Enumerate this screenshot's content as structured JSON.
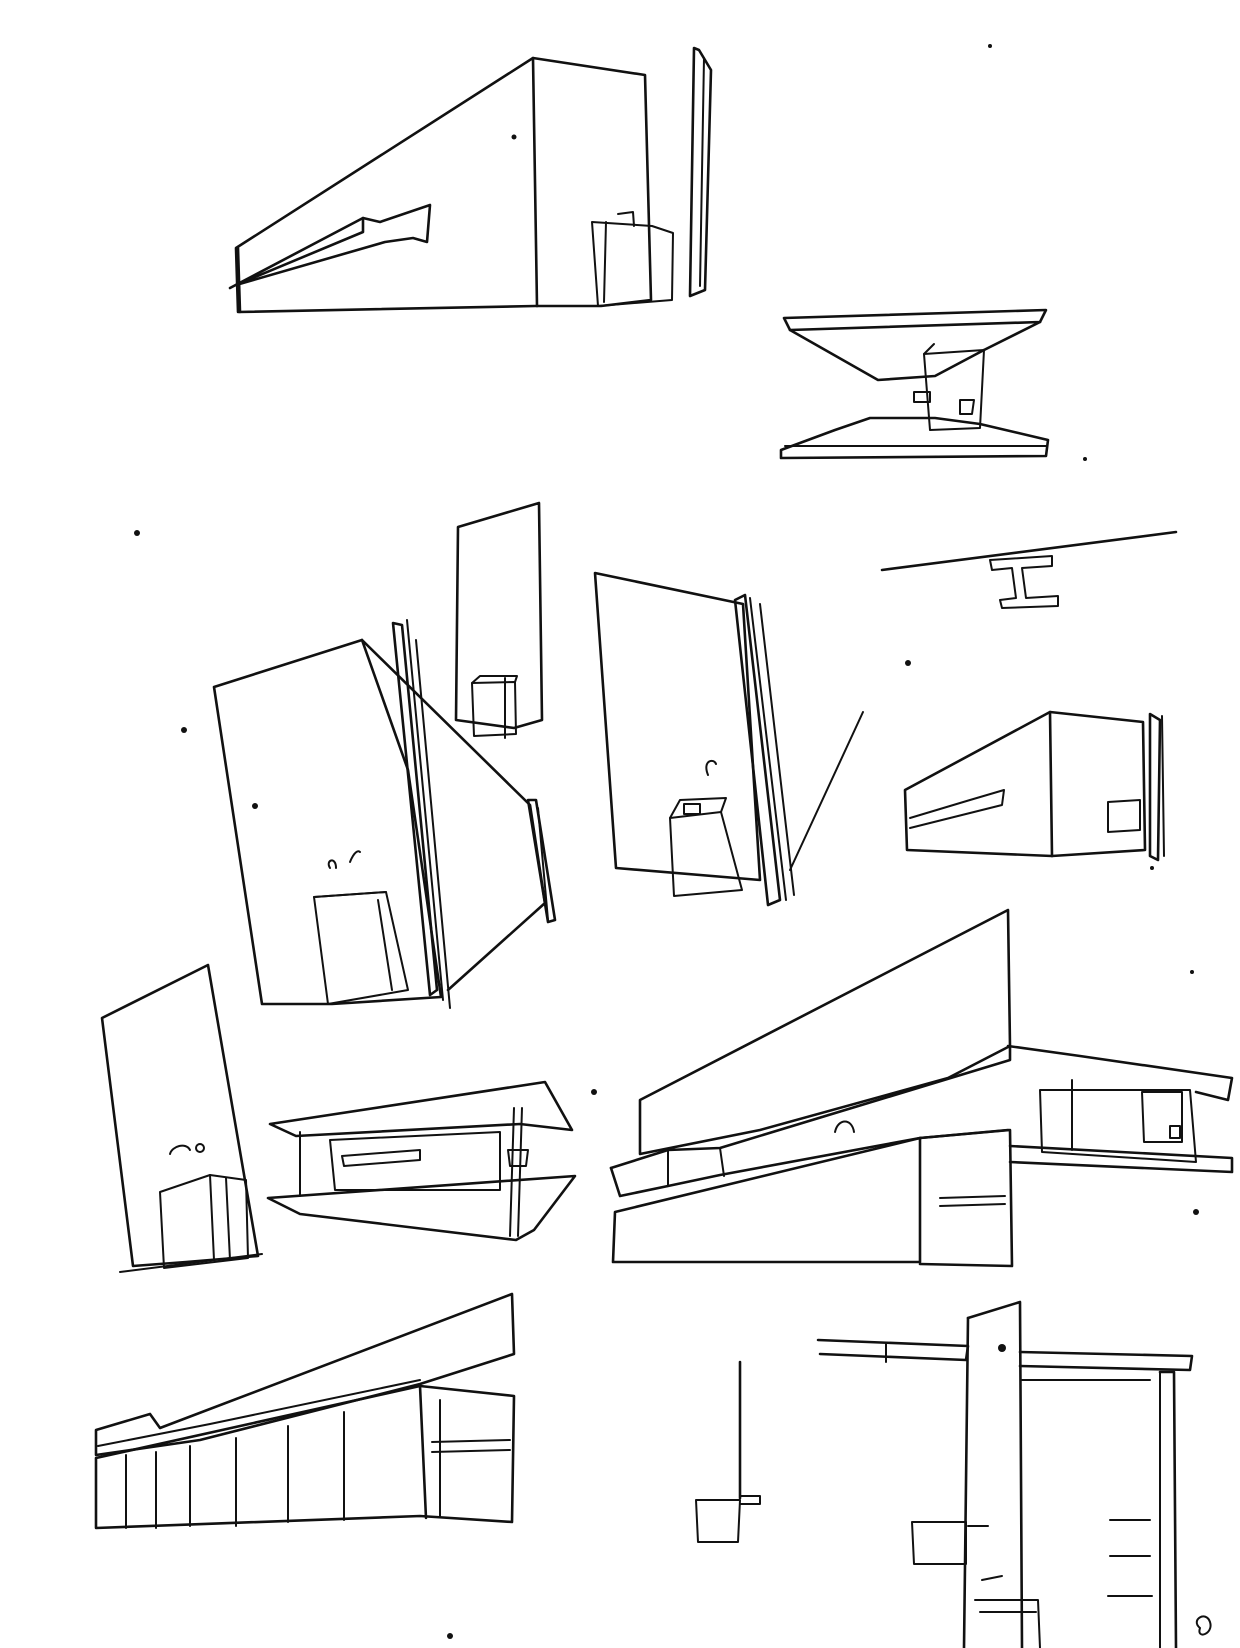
{
  "sheet": {
    "background_color": "#ffffff",
    "ink_color": "#111111",
    "sketches": [
      {
        "name": "wedge-wall-perspective-top"
      },
      {
        "name": "cantilever-roof-elevation-small"
      },
      {
        "name": "tilted-wall-with-column"
      },
      {
        "name": "slab-wall-with-box"
      },
      {
        "name": "wall-with-column-and-box"
      },
      {
        "name": "i-beam-section"
      },
      {
        "name": "wedge-wall-small"
      },
      {
        "name": "tall-slab-with-box-left"
      },
      {
        "name": "cantilever-roof-center"
      },
      {
        "name": "long-sloped-building-right"
      },
      {
        "name": "long-sloped-building-bottom"
      },
      {
        "name": "column-with-box-bottom"
      },
      {
        "name": "section-tower-bottom-right"
      }
    ]
  }
}
